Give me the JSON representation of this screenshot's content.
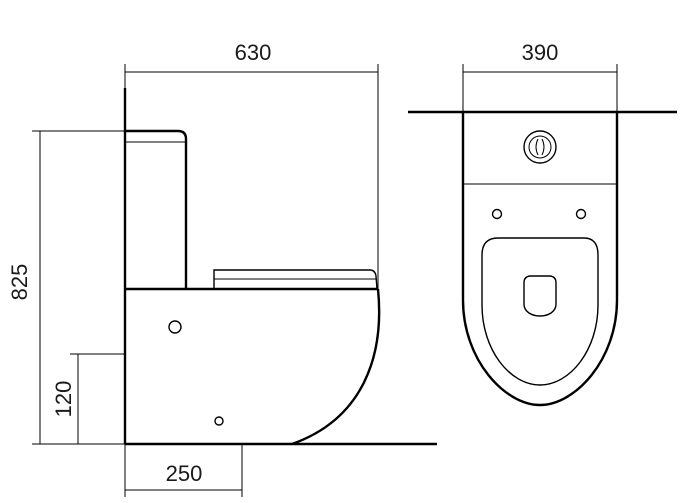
{
  "drawing": {
    "side_view": {
      "width_dimension": "630",
      "height_dimension": "825",
      "outlet_height_dimension": "120",
      "outlet_distance_dimension": "250"
    },
    "top_view": {
      "width_dimension": "390"
    }
  }
}
